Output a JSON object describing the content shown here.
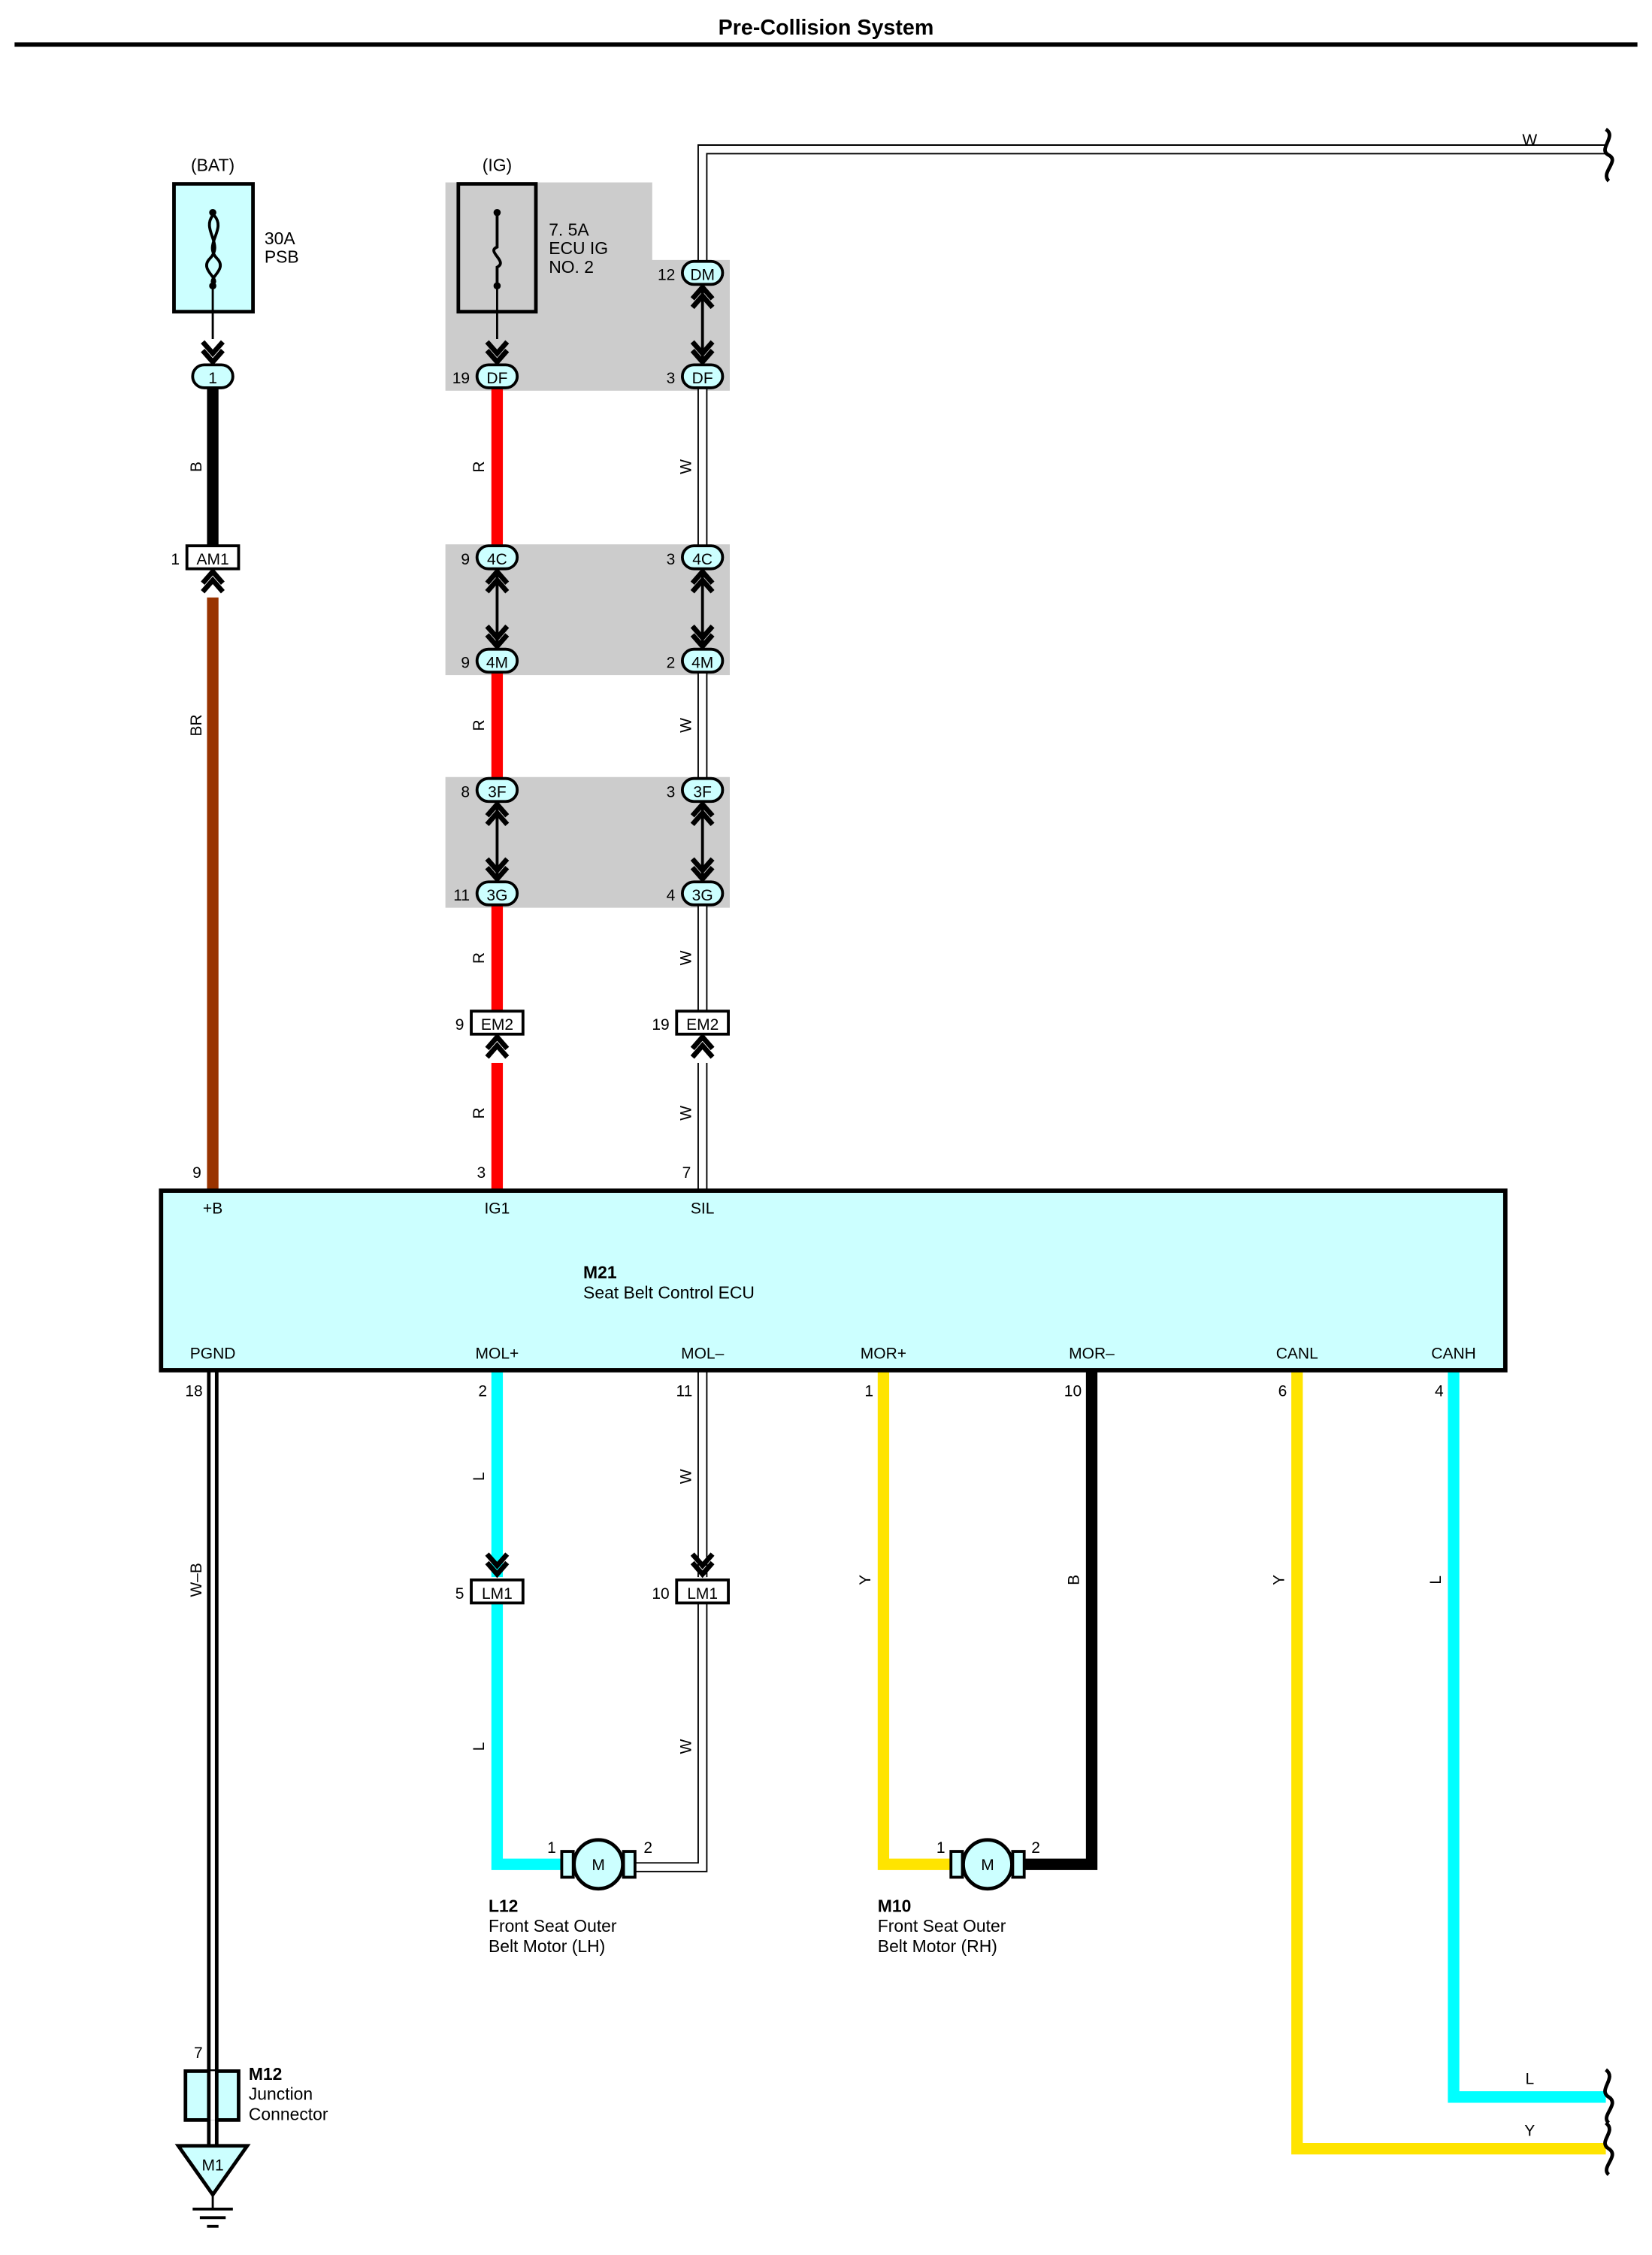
{
  "title": "Pre-Collision System",
  "fuses": {
    "bat": {
      "source": "(BAT)",
      "rating": "30A",
      "name": "PSB",
      "pin": "1"
    },
    "ig": {
      "source": "(IG)",
      "rating": "7. 5A",
      "name_line1": "ECU IG",
      "name_line2": "NO. 2"
    }
  },
  "connectors": {
    "am1": {
      "name": "AM1",
      "pin": "1"
    },
    "df_left": {
      "name": "DF",
      "pin": "19"
    },
    "df_right": {
      "name": "DF",
      "pin": "3"
    },
    "dm": {
      "name": "DM",
      "pin": "12"
    },
    "c4c_left": {
      "name": "4C",
      "pin": "9"
    },
    "c4c_right": {
      "name": "4C",
      "pin": "3"
    },
    "c4m_left": {
      "name": "4M",
      "pin": "9"
    },
    "c4m_right": {
      "name": "4M",
      "pin": "2"
    },
    "c3f_left": {
      "name": "3F",
      "pin": "8"
    },
    "c3f_right": {
      "name": "3F",
      "pin": "3"
    },
    "c3g_left": {
      "name": "3G",
      "pin": "11"
    },
    "c3g_right": {
      "name": "3G",
      "pin": "4"
    },
    "em2_left": {
      "name": "EM2",
      "pin": "9"
    },
    "em2_right": {
      "name": "EM2",
      "pin": "19"
    },
    "lm1_left": {
      "name": "LM1",
      "pin": "5"
    },
    "lm1_right": {
      "name": "LM1",
      "pin": "10"
    }
  },
  "ecu": {
    "code": "M21",
    "name": "Seat Belt Control ECU",
    "top_terminals": [
      {
        "label": "+B",
        "pin": "9"
      },
      {
        "label": "IG1",
        "pin": "3"
      },
      {
        "label": "SIL",
        "pin": "7"
      }
    ],
    "bottom_terminals": [
      {
        "label": "PGND",
        "pin": "18"
      },
      {
        "label": "MOL+",
        "pin": "2"
      },
      {
        "label": "MOL–",
        "pin": "11"
      },
      {
        "label": "MOR+",
        "pin": "1"
      },
      {
        "label": "MOR–",
        "pin": "10"
      },
      {
        "label": "CANL",
        "pin": "6"
      },
      {
        "label": "CANH",
        "pin": "4"
      }
    ]
  },
  "wire_colors": {
    "b": "B",
    "br": "BR",
    "r": "R",
    "w": "W",
    "wb": "W–B",
    "l": "L",
    "y": "Y"
  },
  "motors": {
    "lh": {
      "code": "L12",
      "line1": "Front Seat Outer",
      "line2": "Belt Motor (LH)",
      "symbol": "M",
      "pin_a": "1",
      "pin_b": "2"
    },
    "rh": {
      "code": "M10",
      "line1": "Front Seat Outer",
      "line2": "Belt Motor (RH)",
      "symbol": "M",
      "pin_a": "1",
      "pin_b": "2"
    }
  },
  "junction": {
    "code": "M12",
    "line1": "Junction",
    "line2": "Connector",
    "pin": "7"
  },
  "ground": {
    "name": "M1"
  },
  "colors": {
    "black": "#000000",
    "brown": "#993300",
    "red": "#ff0000",
    "white_wire": "#ffffff",
    "blue": "#00ffff",
    "yellow": "#ffe400",
    "ecu_fill": "#ccffff",
    "shade": "#cccccc"
  }
}
